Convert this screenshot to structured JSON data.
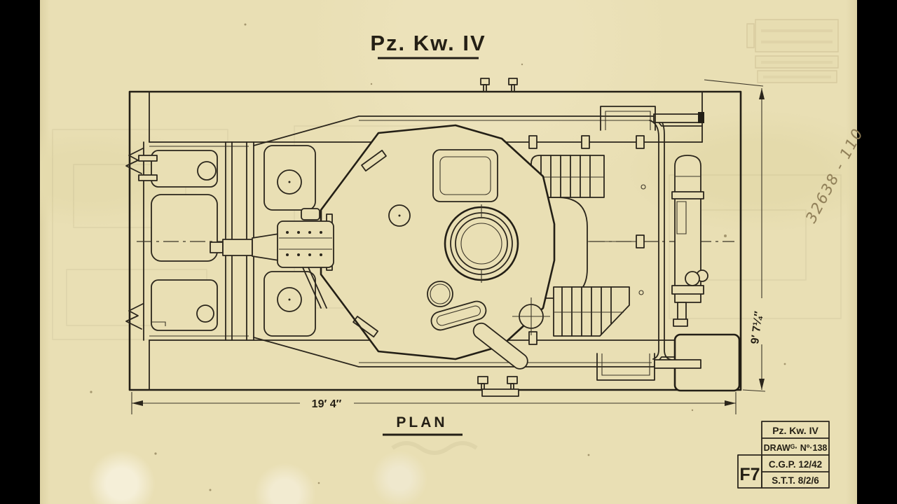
{
  "page": {
    "background": "#000000",
    "paper_color": "#e9dfb4",
    "ink_color": "#2b261c",
    "pencil_color": "#8d7c55",
    "description_labels": {
      "drawing": "plan-view-technical-drawing-of-panzer-iv-tank"
    }
  },
  "labels": {
    "title": "Pz. Kw. IV",
    "plan": "PLAN"
  },
  "dimensions": {
    "length": "19′ 4″",
    "width": "9′ 7¼″"
  },
  "annotations": {
    "handwritten_number": "32638 - 110"
  },
  "title_block": {
    "grid_ref": "F7",
    "rows": [
      {
        "label": "Pz. Kw. IV"
      },
      {
        "label": "DRAWᴳ· Nº·138"
      },
      {
        "label": "C.G.P. 12/42"
      },
      {
        "label": "S.T.T. 8/2/6"
      }
    ]
  }
}
